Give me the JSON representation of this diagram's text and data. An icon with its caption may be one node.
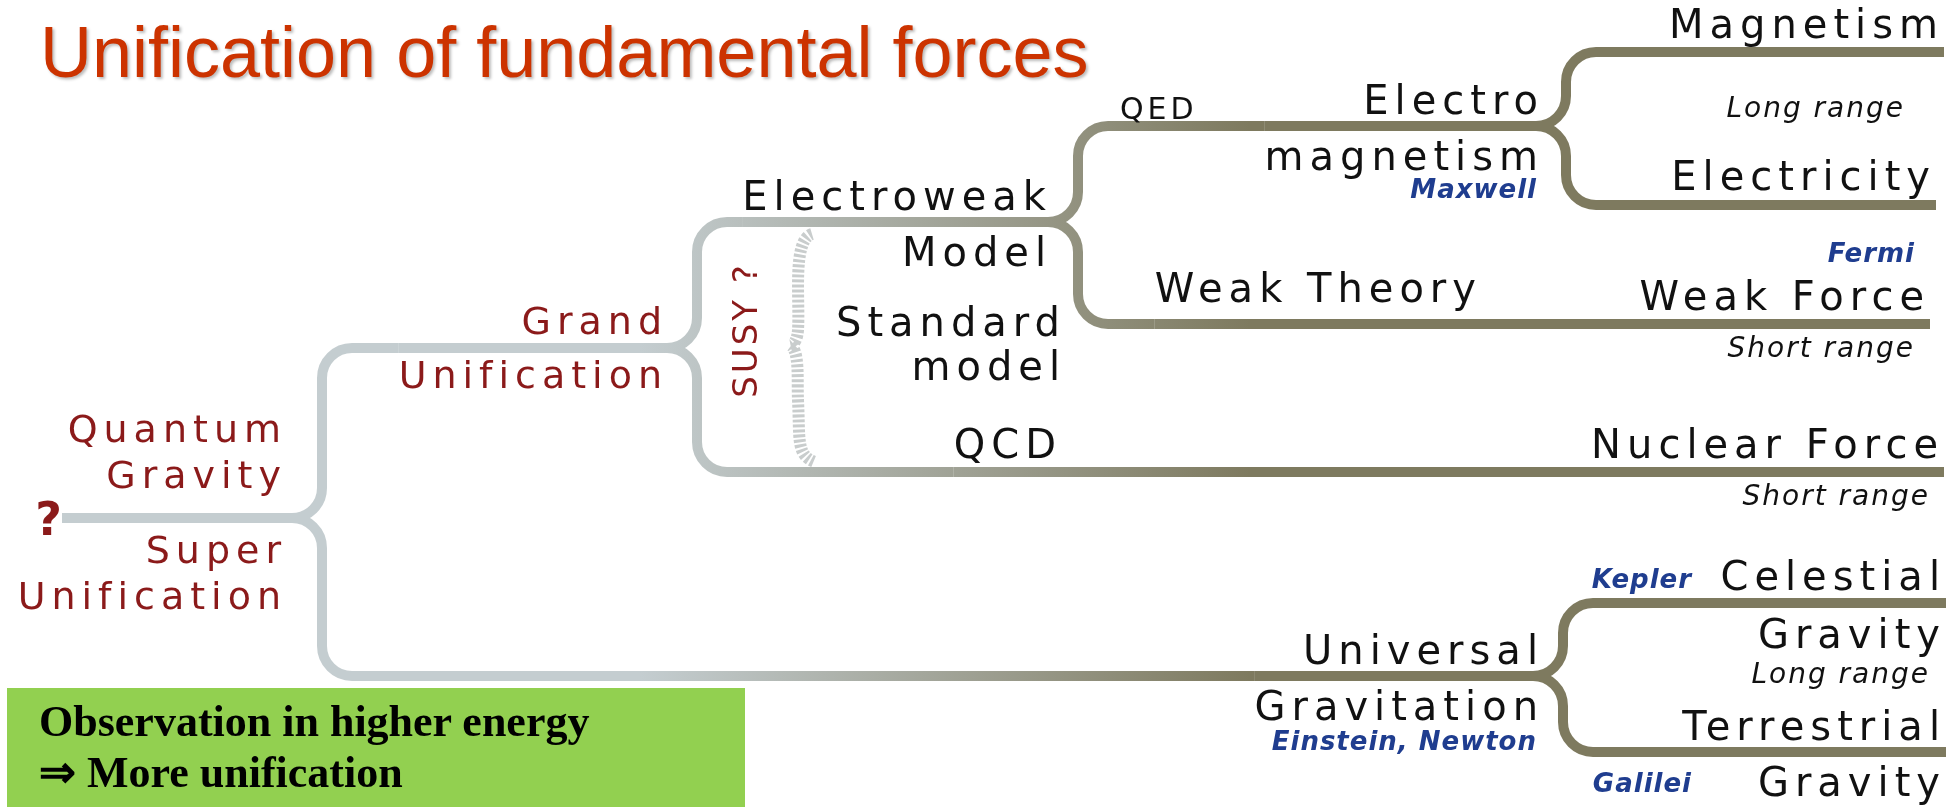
{
  "diagram": {
    "title": "Unification of fundamental forces",
    "nodes": [
      {
        "text": [
          "?"
        ],
        "beside": [
          "Quantum Gravity",
          "Super Unification"
        ]
      },
      {
        "text": [
          "Grand",
          "Unification"
        ]
      },
      {
        "text": [
          "Electroweak",
          "Model"
        ]
      },
      {
        "text": [
          "Electro",
          "magnetism"
        ],
        "beside": [
          "Maxwell"
        ]
      },
      {
        "text": [
          "Weak Theory"
        ]
      },
      {
        "text": [
          "QCD"
        ]
      },
      {
        "text": [
          "Nuclear Force"
        ],
        "beside": [
          "Short range"
        ]
      },
      {
        "text": [
          "Magnetism"
        ]
      },
      {
        "text": [
          "Electricity"
        ]
      },
      {
        "text": [
          "Weak Force"
        ],
        "beside": [
          "Fermi",
          "Short range"
        ]
      },
      {
        "text": [
          "Universal",
          "Gravitation"
        ],
        "beside": [
          "Einstein, Newton"
        ]
      },
      {
        "text": [
          "Celestial",
          "Gravity"
        ],
        "beside": [
          "Kepler"
        ]
      },
      {
        "text": [
          "Terrestrial",
          "Gravity"
        ],
        "beside": [
          "Galilei"
        ]
      },
      {
        "text": [
          "Observation in higher energy",
          "⇒ More unification"
        ]
      }
    ],
    "edges": [
      {
        "from": 0,
        "to": 1,
        "arrow": "none"
      },
      {
        "from": 0,
        "to": 10,
        "arrow": "none"
      },
      {
        "from": 1,
        "to": 2,
        "arrow": "none"
      },
      {
        "from": 1,
        "to": 5,
        "arrow": "none"
      },
      {
        "from": 2,
        "to": 3,
        "arrow": "none"
      },
      {
        "from": 2,
        "to": 4,
        "arrow": "none"
      },
      {
        "from": 3,
        "to": 7,
        "arrow": "none"
      },
      {
        "from": 3,
        "to": 8,
        "arrow": "none"
      },
      {
        "from": 4,
        "to": 9,
        "arrow": "none"
      },
      {
        "from": 5,
        "to": 6,
        "arrow": "none"
      },
      {
        "from": 10,
        "to": 11,
        "arrow": "none"
      },
      {
        "from": 10,
        "to": 12,
        "arrow": "none"
      }
    ],
    "labels": [
      "QED",
      "Long range",
      "SUSY ?",
      "Standard model",
      "Long range"
    ]
  }
}
